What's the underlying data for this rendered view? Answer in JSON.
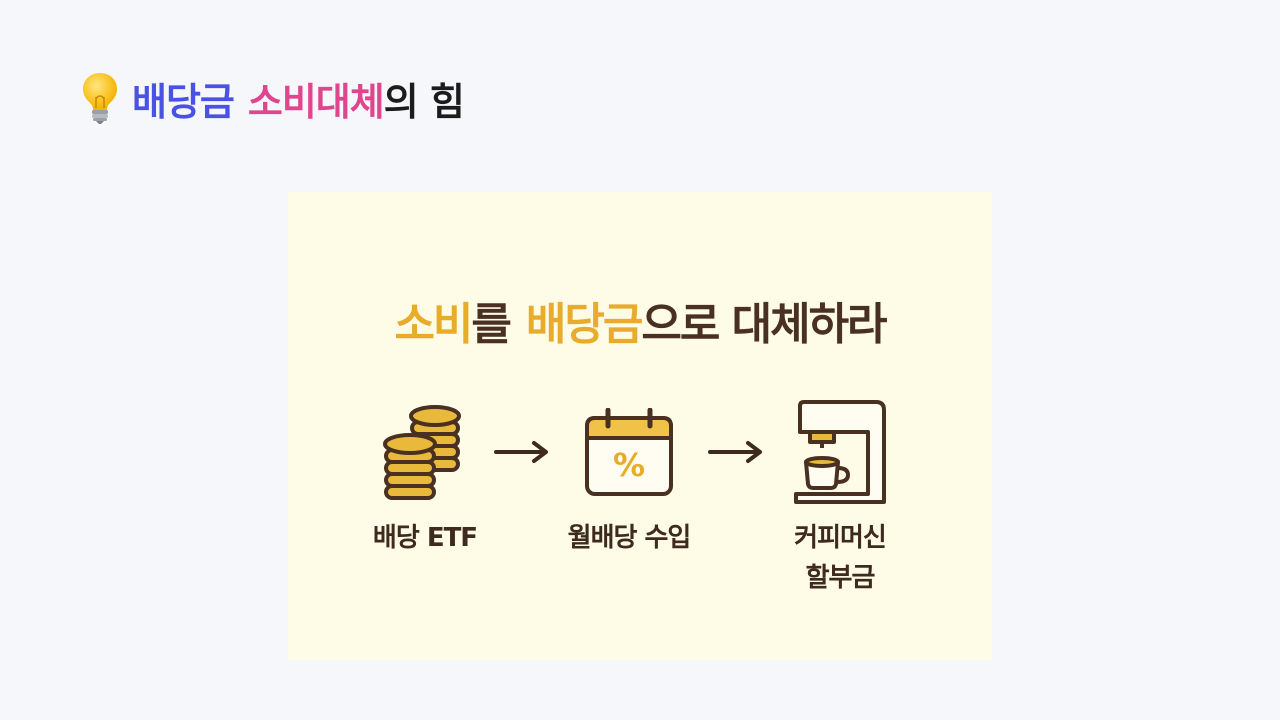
{
  "header": {
    "icon": "lightbulb-icon",
    "title_part1": "배당금",
    "title_part2": "소비대체",
    "title_part3": "의 힘"
  },
  "infographic": {
    "headline_part1": "소비",
    "headline_part2": "를",
    "headline_part3": "배당금",
    "headline_part4": "으로 대체하라",
    "steps": [
      {
        "icon": "coin-stack-icon",
        "label": "배당 ETF"
      },
      {
        "icon": "calendar-percent-icon",
        "label": "월배당 수입"
      },
      {
        "icon": "coffee-machine-icon",
        "label_line1": "커피머신",
        "label_line2": "할부금"
      }
    ]
  },
  "colors": {
    "title_blue": "#4a52e6",
    "title_pink": "#e0468e",
    "headline_gold": "#e8ac2d",
    "headline_brown": "#4a3020",
    "card_background": "#fefbe7",
    "page_background": "#f6f7fb"
  }
}
